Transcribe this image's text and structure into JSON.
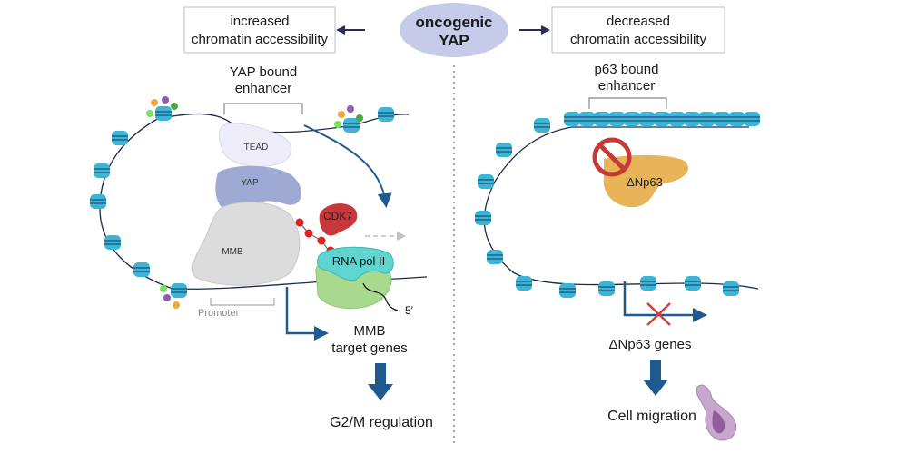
{
  "header": {
    "center_label_line1": "oncogenic",
    "center_label_line2": "YAP",
    "left_box_line1": "increased",
    "left_box_line2": "chromatin accessibility",
    "right_box_line1": "decreased",
    "right_box_line2": "chromatin accessibility"
  },
  "left_panel": {
    "enhancer_label_line1": "YAP bound",
    "enhancer_label_line2": "enhancer",
    "proteins": {
      "tead": "TEAD",
      "yap": "YAP",
      "mmb": "MMB",
      "cdk7": "CDK7",
      "rna_pol": "RNA pol II"
    },
    "five_prime": "5′",
    "promoter_label": "Promoter",
    "target_label_line1": "MMB",
    "target_label_line2": "target genes",
    "outcome": "G2/M regulation"
  },
  "right_panel": {
    "enhancer_label_line1": "p63 bound",
    "enhancer_label_line2": "enhancer",
    "protein": "ΔNp63",
    "genes_label": "ΔNp63 genes",
    "outcome": "Cell migration"
  },
  "colors": {
    "arrow_blue": "#1f5a8e",
    "nucleosome": "#3bb5d6",
    "yap_oval": "#c5cbe8",
    "cdk7": "#c8373b",
    "rna_pol": "#5fd4d0",
    "rna_pol_base": "#a9d98f",
    "mmb": "#dcdcdc",
    "yap": "#9eaad4",
    "tead": "#eeeefa",
    "dnp63": "#e9b457",
    "inhibit_red": "#c53a35",
    "cell": "#b697be"
  }
}
